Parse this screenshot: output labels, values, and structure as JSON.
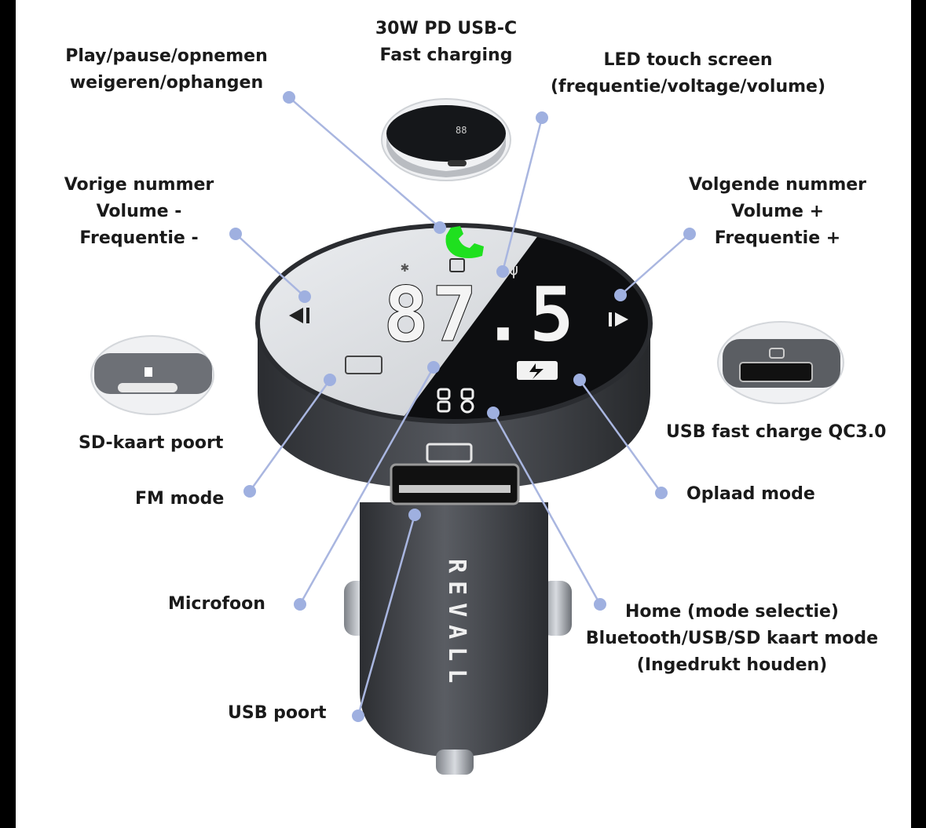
{
  "labels": {
    "usb_c": {
      "line1": "30W PD USB-C",
      "line2": "Fast charging"
    },
    "play_pause": {
      "line1": "Play/pause/opnemen",
      "line2": "weigeren/ophangen"
    },
    "led_screen": {
      "line1": "LED touch screen",
      "line2": "(frequentie/voltage/volume)"
    },
    "previous": {
      "line1": "Vorige nummer",
      "line2": "Volume -",
      "line3": "Frequentie -"
    },
    "next": {
      "line1": "Volgende nummer",
      "line2": "Volume +",
      "line3": "Frequentie +"
    },
    "sd_port": "SD-kaart poort",
    "fm_mode": "FM mode",
    "usb_qc": "USB fast charge QC3.0",
    "charge_mode": "Oplaad mode",
    "microphone": "Microfoon",
    "home": {
      "line1": "Home (mode selectie)",
      "line2": "Bluetooth/USB/SD kaart mode",
      "line3": "(Ingedrukt houden)"
    },
    "usb_port": "USB poort"
  },
  "device": {
    "display_value": "87.5",
    "brand": "REVALL"
  },
  "colors": {
    "callout": "#a9b6e0",
    "dot": "#9fb0e0",
    "call_icon": "#1fe01f",
    "body": "#45484d",
    "screen_dark": "#0d0e10",
    "screen_light": "#d9dbdf"
  }
}
